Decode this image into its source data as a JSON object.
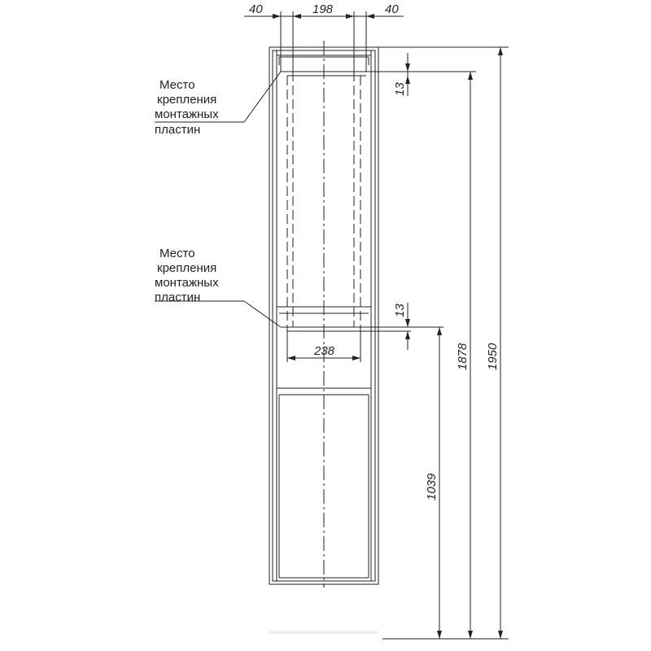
{
  "dimensions": {
    "top_left": "40",
    "top_middle": "198",
    "top_right": "40",
    "mount_offset_top": "13",
    "mount_offset_bottom": "13",
    "mount_spacing": "238",
    "height_mount_top": "1878",
    "height_total": "1950",
    "height_mount_bottom": "1039"
  },
  "callouts": [
    {
      "lines": [
        "Место",
        "крепления",
        "монтажных",
        "пластин"
      ]
    },
    {
      "lines": [
        "Место",
        "крепления",
        "монтажных",
        "пластин"
      ]
    }
  ],
  "colors": {
    "line": "#222222",
    "background": "#ffffff"
  }
}
